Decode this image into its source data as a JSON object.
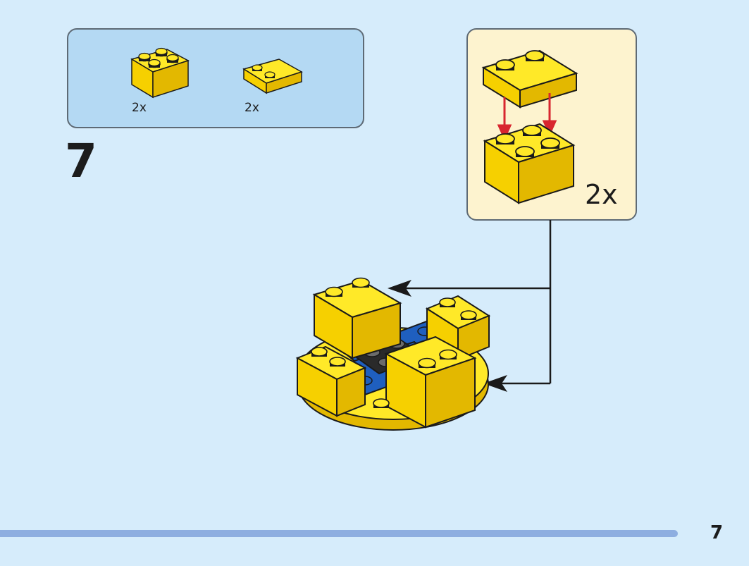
{
  "parts_list": {
    "items": [
      {
        "icon": "yellow-brick-2x2-icon",
        "quantity": "2x"
      },
      {
        "icon": "yellow-plate-2x2-icon",
        "quantity": "2x"
      }
    ]
  },
  "step": {
    "number": "7"
  },
  "sub_assembly": {
    "quantity": "2x",
    "icon": "brick-stacking-icon"
  },
  "page": {
    "number": "7"
  },
  "colors": {
    "background": "#d6ecfb",
    "parts_box": "#b4d9f3",
    "sub_box": "#fdf3cf",
    "brick_yellow": "#fde20a",
    "brick_yellow_dark": "#e3b800",
    "brick_blue": "#1f5fbf",
    "arrow_red": "#d8262f",
    "progress": "#8eaee0"
  }
}
